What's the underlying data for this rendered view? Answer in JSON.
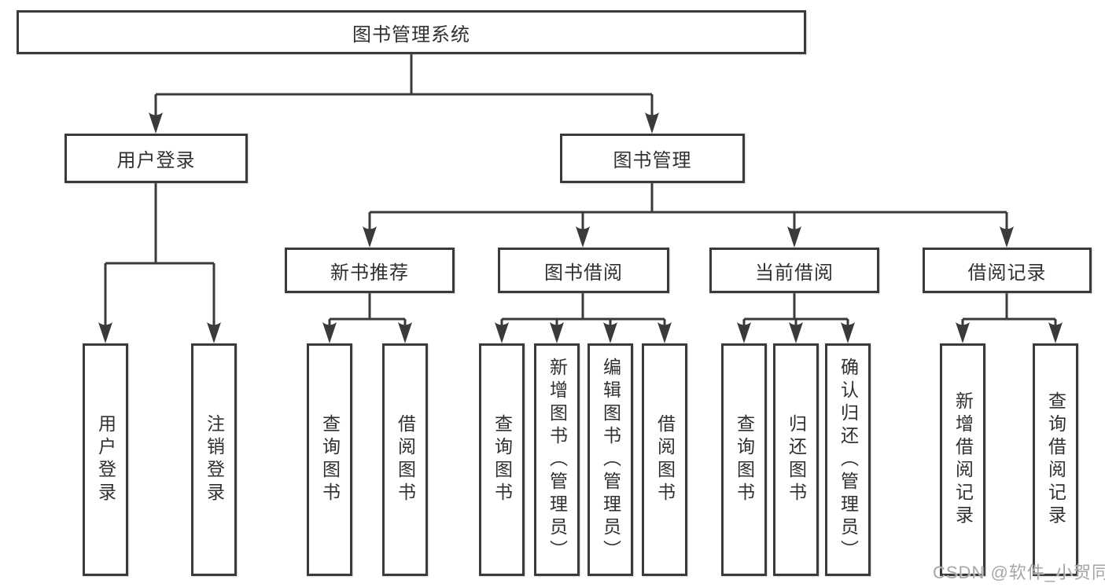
{
  "diagram": {
    "root": "图书管理系统",
    "level2": [
      "用户登录",
      "图书管理"
    ],
    "level3": [
      "新书推荐",
      "图书借阅",
      "当前借阅",
      "借阅记录"
    ],
    "leaves_user_login": [
      "用户登录",
      "注销登录"
    ],
    "leaves_new_book": [
      "查询图书",
      "借阅图书"
    ],
    "leaves_book_borrow": [
      "查询图书",
      "新增图书（管理员）",
      "编辑图书（管理员）",
      "借阅图书"
    ],
    "leaves_current_borrow": [
      "查询图书",
      "归还图书",
      "确认归还（管理员）"
    ],
    "leaves_borrow_record": [
      "新增借阅记录",
      "查询借阅记录"
    ]
  },
  "watermark": "CSDN @软件_小贺同学",
  "colors": {
    "line": "#3a3a3a",
    "text": "#303030",
    "watermark": "#a6a6a6",
    "background": "#ffffff"
  }
}
